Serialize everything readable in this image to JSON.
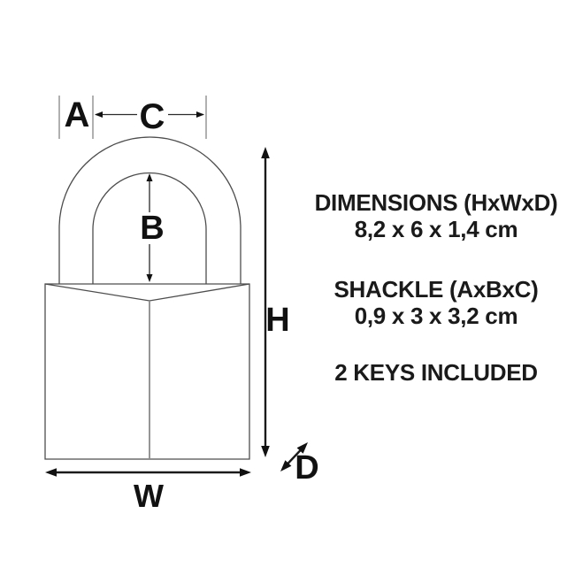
{
  "page": {
    "background": "#ffffff"
  },
  "diagram": {
    "type": "padlock-dimension-drawing",
    "labels": {
      "a": "A",
      "b": "B",
      "c": "C",
      "d": "D",
      "h": "H",
      "w": "W"
    },
    "colors": {
      "outline": "#4d4d4d",
      "dimension_line": "#1a1a1a",
      "label_text": "#111111"
    }
  },
  "specs": {
    "dimensions_heading": "DIMENSIONS (HxWxD)",
    "dimensions_value": "8,2 x 6 x 1,4 cm",
    "shackle_heading": "SHACKLE (AxBxC)",
    "shackle_value": "0,9 x 3 x 3,2 cm",
    "keys_note": "2 KEYS INCLUDED",
    "text_color": "#1a1a1a"
  }
}
